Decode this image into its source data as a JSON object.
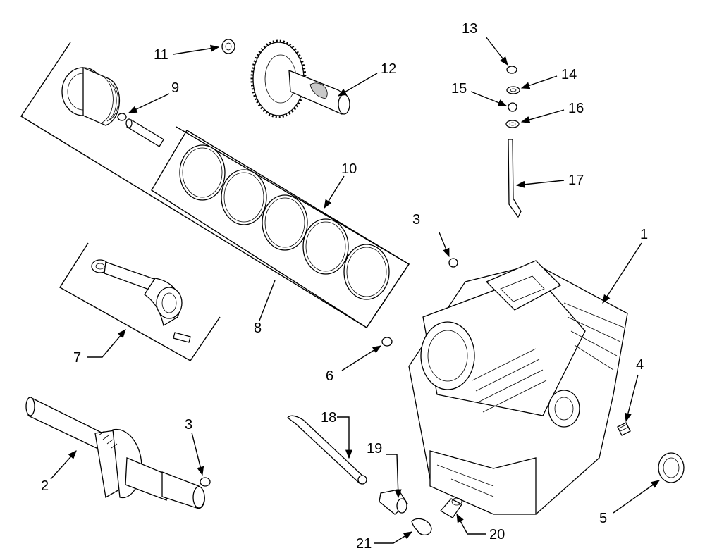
{
  "diagram": {
    "callouts": {
      "c1": "1",
      "c2": "2",
      "c3a": "3",
      "c3b": "3",
      "c4": "4",
      "c5": "5",
      "c6": "6",
      "c7": "7",
      "c8": "8",
      "c9": "9",
      "c10": "10",
      "c11": "11",
      "c12": "12",
      "c13": "13",
      "c14": "14",
      "c15": "15",
      "c16": "16",
      "c17": "17",
      "c18": "18",
      "c19": "19",
      "c20": "20",
      "c21": "21"
    }
  }
}
